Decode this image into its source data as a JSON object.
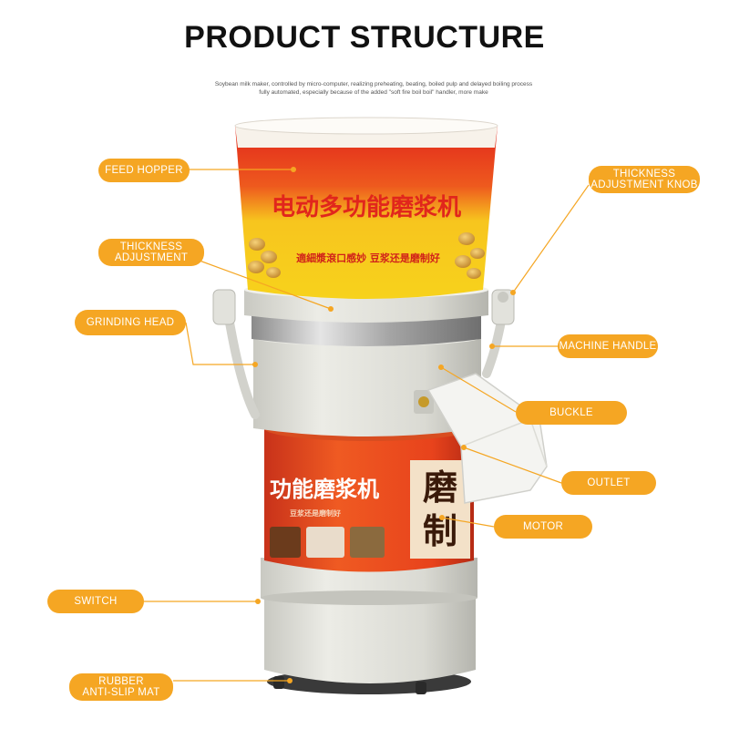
{
  "title": "PRODUCT STRUCTURE",
  "subtitle": "Soybean milk maker, controlled by micro-computer, realizing preheating, beating, boiled pulp and delayed boiling process fully automated, especially because of the added \"soft fire boil boil\" handler, more make",
  "labels": {
    "feed_hopper": "FEED HOPPER",
    "thickness_adjustment": "THICKNESS\nADJUSTMENT",
    "grinding_head": "GRINDING HEAD",
    "switch": "SWITCH",
    "rubber_mat": "RUBBER\nANTI-SLIP MAT",
    "thickness_knob": "THICKNESS\nADJUSTMENT KNOB",
    "machine_handle": "MACHINE HANDLE",
    "buckle": "BUCKLE",
    "outlet": "OUTLET",
    "motor": "MOTOR"
  },
  "product_text": {
    "hopper_title": "电动多功能磨浆机",
    "hopper_slogan": "適細漿滾口感妙  豆浆还是磨制好",
    "motor_title": "功能磨浆机",
    "motor_side_1": "磨",
    "motor_side_2": "制",
    "motor_small": "豆浆还是磨制好"
  },
  "colors": {
    "label_bg": "#f5a623",
    "leader_line": "#f5a623",
    "hopper_red": "#e1261c",
    "hopper_yellow": "#f7d21c",
    "body_grey": "#dcdcd6"
  }
}
